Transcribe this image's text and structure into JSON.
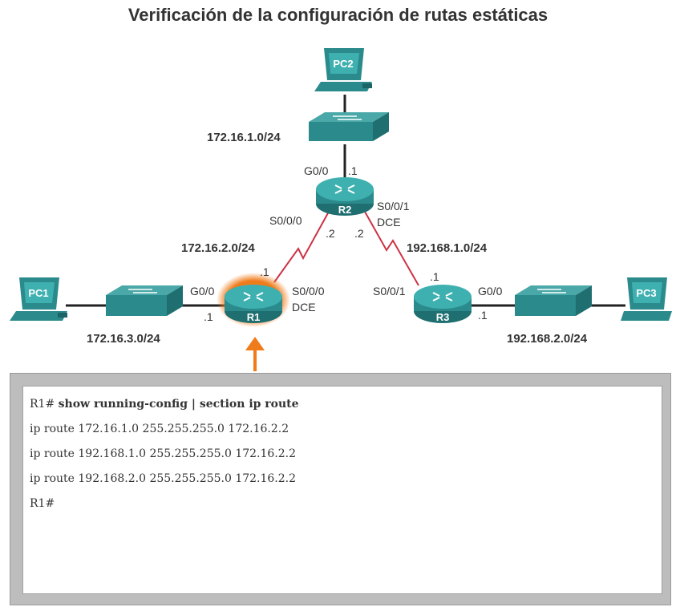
{
  "title": "Verificación de la configuración de rutas estáticas",
  "devices": {
    "pc1": "PC1",
    "pc2": "PC2",
    "pc3": "PC3",
    "r1": "R1",
    "r2": "R2",
    "r3": "R3"
  },
  "networks": {
    "lan_r2": "172.16.1.0/24",
    "wan_r1_r2": "172.16.2.0/24",
    "wan_r2_r3": "192.168.1.0/24",
    "lan_r1": "172.16.3.0/24",
    "lan_r3": "192.168.2.0/24"
  },
  "interfaces": {
    "r2_g0_name": "G0/0",
    "r2_g0_ip": ".1",
    "r2_s000_name": "S0/0/0",
    "r2_s000_ip": ".2",
    "r2_s001_name": "S0/0/1",
    "r2_s001_dce": "DCE",
    "r2_s001_ip": ".2",
    "r1_g0_name": "G0/0",
    "r1_g0_ip": ".1",
    "r1_s000_name": "S0/0/0",
    "r1_s000_dce": "DCE",
    "r1_s000_ip": ".1",
    "r3_s001_name": "S0/0/1",
    "r3_s001_ip": ".1",
    "r3_g0_name": "G0/0",
    "r3_g0_ip": ".1"
  },
  "highlighted_device": "R1",
  "colors": {
    "device": "#2a8a8c",
    "serial_link": "#cc3344",
    "highlight": "#f07b1a"
  },
  "cli": {
    "prompt": "R1#",
    "command": "show running-config | section ip route",
    "lines": [
      "ip route 172.16.1.0 255.255.255.0 172.16.2.2",
      "ip route 192.168.1.0 255.255.255.0 172.16.2.2",
      "ip route 192.168.2.0 255.255.255.0 172.16.2.2"
    ],
    "end_prompt": "R1#"
  }
}
